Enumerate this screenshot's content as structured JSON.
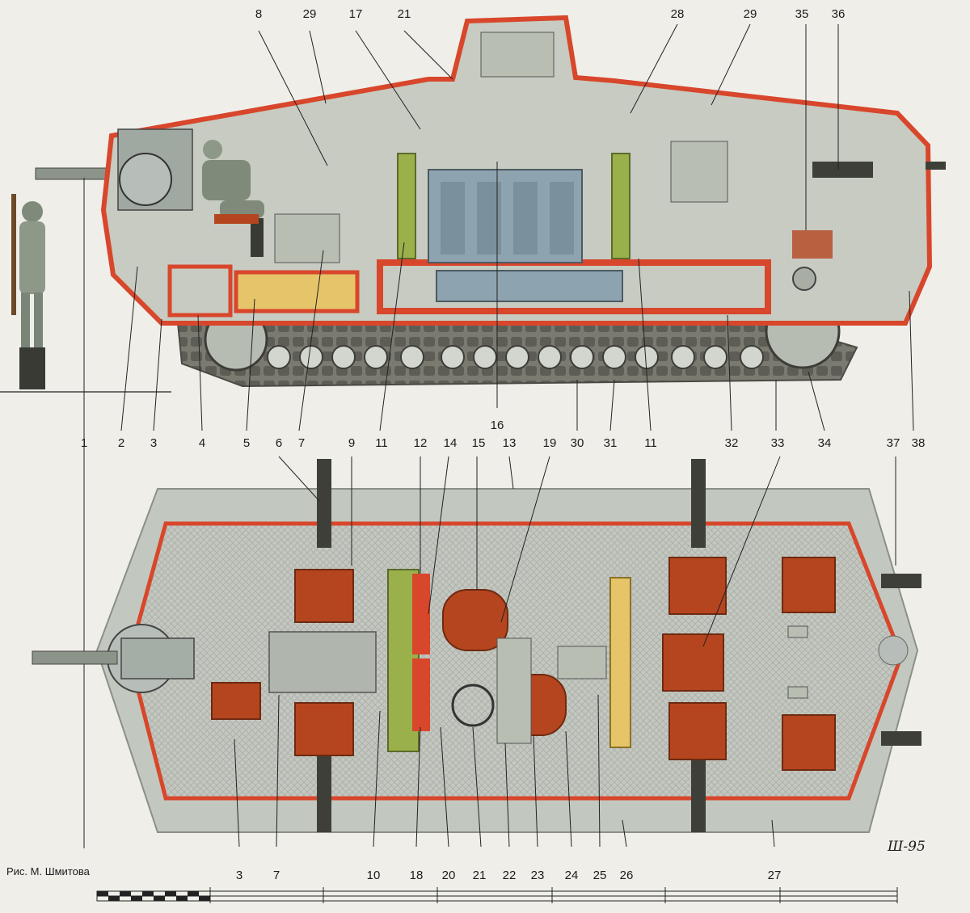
{
  "credit": "Рис. М. Шмитова",
  "signature": "Ш-95",
  "colors": {
    "paper": "#efeee9",
    "hull": "#c9cdc4",
    "hull_dark": "#8f988c",
    "armor_outline": "#d8462b",
    "seat": "#b5451f",
    "fuel": "#e6c46a",
    "green_part": "#9ab04a",
    "engine": "#8ea3b0",
    "track": "#6e6e66"
  },
  "side_view": {
    "callouts_top": [
      "8",
      "29",
      "17",
      "21",
      "28",
      "29",
      "35",
      "36"
    ],
    "callouts_bottom": [
      "1",
      "2",
      "3",
      "4",
      "5",
      "6",
      "7",
      "9",
      "11",
      "12",
      "14",
      "15",
      "13",
      "19",
      "16",
      "30",
      "31",
      "11",
      "32",
      "33",
      "34",
      "37",
      "38"
    ]
  },
  "plan_view": {
    "callouts_bottom": [
      "3",
      "7",
      "10",
      "18",
      "20",
      "21",
      "22",
      "23",
      "24",
      "25",
      "26",
      "27"
    ]
  }
}
